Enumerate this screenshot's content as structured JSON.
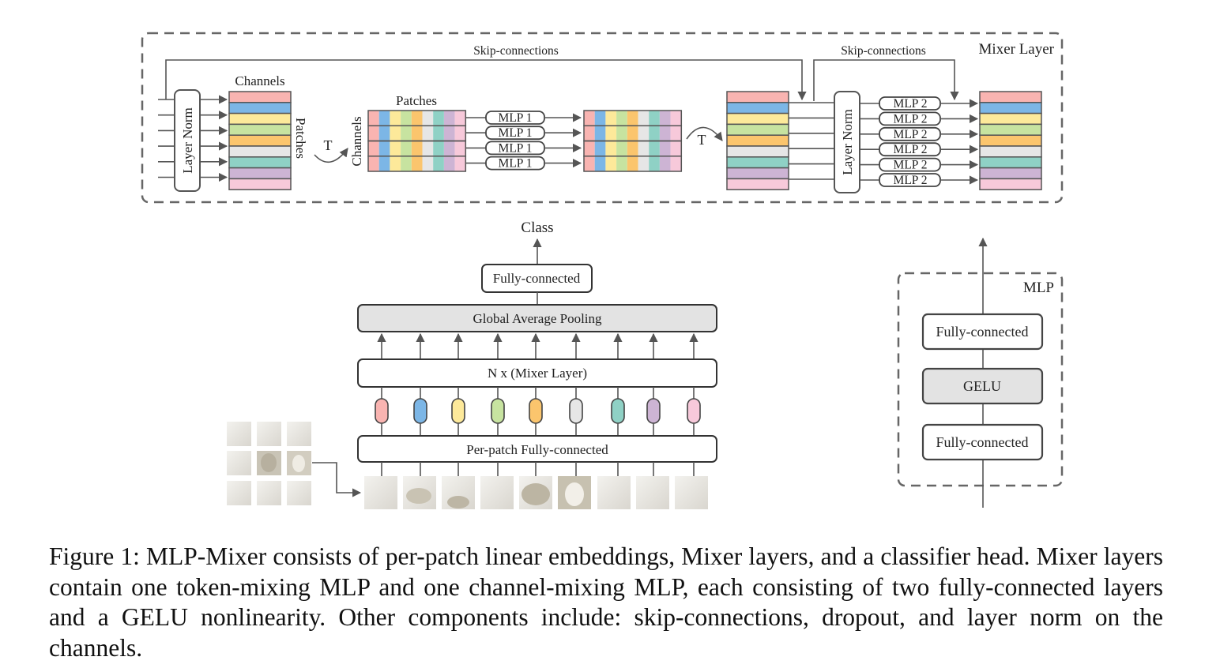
{
  "mixer_layer": {
    "title": "Mixer Layer",
    "skip_label_1": "Skip-connections",
    "skip_label_2": "Skip-connections",
    "layer_norm_1": "Layer Norm",
    "layer_norm_2": "Layer Norm",
    "channels_label_top": "Channels",
    "patches_label_side": "Patches",
    "transpose_1": "T",
    "transpose_2": "T",
    "patches_label_top": "Patches",
    "channels_label_side": "Channels",
    "mlp1_label": "MLP 1",
    "mlp2_label": "MLP 2"
  },
  "row_colors": [
    "#f9b4b1",
    "#7cb6e6",
    "#fde99a",
    "#c7e3a0",
    "#fbc56d",
    "#e6e6e6",
    "#8fd1c5",
    "#cdb4d4",
    "#f7c9da"
  ],
  "main": {
    "class_label": "Class",
    "fully_connected": "Fully-connected",
    "gap": "Global Average Pooling",
    "mixer_stack": "N x (Mixer Layer)",
    "per_patch": "Per-patch Fully-connected"
  },
  "mlp_block": {
    "title": "MLP",
    "fc_top": "Fully-connected",
    "gelu": "GELU",
    "fc_bottom": "Fully-connected"
  },
  "caption": "Figure 1: MLP-Mixer consists of per-patch linear embeddings, Mixer layers, and a classifier head. Mixer layers contain one token-mixing MLP and one channel-mixing MLP, each consisting of two fully-connected layers and a GELU nonlinearity. Other components include: skip-connections, dropout, and layer norm on the channels."
}
